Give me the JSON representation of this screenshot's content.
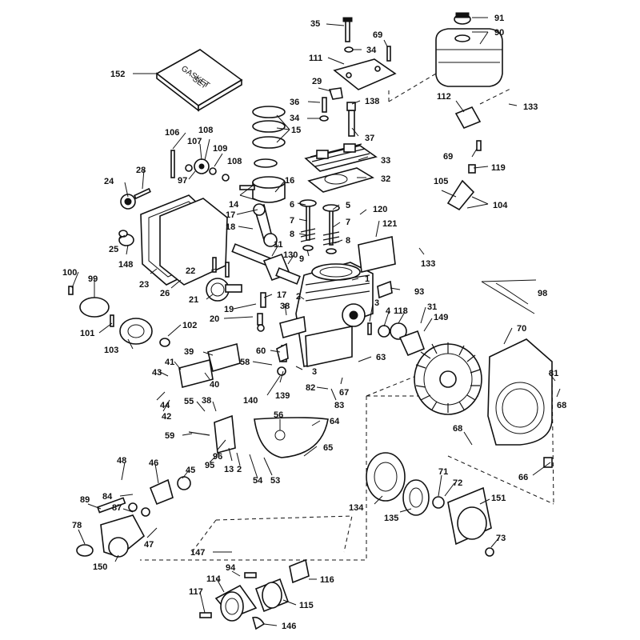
{
  "gasket_set_text": [
    "GASKET",
    "SET"
  ],
  "callouts": [
    {
      "id": "c91",
      "text": "91"
    },
    {
      "id": "c90",
      "text": "90"
    },
    {
      "id": "c35",
      "text": "35"
    },
    {
      "id": "c69a",
      "text": "69"
    },
    {
      "id": "c34a",
      "text": "34"
    },
    {
      "id": "c111",
      "text": "111"
    },
    {
      "id": "c152",
      "text": "152"
    },
    {
      "id": "c29",
      "text": "29"
    },
    {
      "id": "c36",
      "text": "36"
    },
    {
      "id": "c138",
      "text": "138"
    },
    {
      "id": "c112",
      "text": "112"
    },
    {
      "id": "c133a",
      "text": "133"
    },
    {
      "id": "c34b",
      "text": "34"
    },
    {
      "id": "c15",
      "text": "15"
    },
    {
      "id": "c37",
      "text": "37"
    },
    {
      "id": "c106",
      "text": "106"
    },
    {
      "id": "c108a",
      "text": "108"
    },
    {
      "id": "c107",
      "text": "107"
    },
    {
      "id": "c109",
      "text": "109"
    },
    {
      "id": "c108b",
      "text": "108"
    },
    {
      "id": "c33",
      "text": "33"
    },
    {
      "id": "c69b",
      "text": "69"
    },
    {
      "id": "c119",
      "text": "119"
    },
    {
      "id": "c28",
      "text": "28"
    },
    {
      "id": "c97",
      "text": "97"
    },
    {
      "id": "c32",
      "text": "32"
    },
    {
      "id": "c24",
      "text": "24"
    },
    {
      "id": "c16",
      "text": "16"
    },
    {
      "id": "c105",
      "text": "105"
    },
    {
      "id": "c14",
      "text": "14"
    },
    {
      "id": "c6",
      "text": "6"
    },
    {
      "id": "c5",
      "text": "5"
    },
    {
      "id": "c104",
      "text": "104"
    },
    {
      "id": "c120",
      "text": "120"
    },
    {
      "id": "c17a",
      "text": "17"
    },
    {
      "id": "c7a",
      "text": "7"
    },
    {
      "id": "c7b",
      "text": "7"
    },
    {
      "id": "c121",
      "text": "121"
    },
    {
      "id": "c18",
      "text": "18"
    },
    {
      "id": "c8a",
      "text": "8"
    },
    {
      "id": "c25",
      "text": "25"
    },
    {
      "id": "c11",
      "text": "11"
    },
    {
      "id": "c8b",
      "text": "8"
    },
    {
      "id": "c148",
      "text": "148"
    },
    {
      "id": "c130",
      "text": "130"
    },
    {
      "id": "c9",
      "text": "9"
    },
    {
      "id": "c133b",
      "text": "133"
    },
    {
      "id": "c23",
      "text": "23"
    },
    {
      "id": "c22",
      "text": "22"
    },
    {
      "id": "c100",
      "text": "100"
    },
    {
      "id": "c1",
      "text": "1"
    },
    {
      "id": "c98",
      "text": "98"
    },
    {
      "id": "c99",
      "text": "99"
    },
    {
      "id": "c26",
      "text": "26"
    },
    {
      "id": "c21",
      "text": "21"
    },
    {
      "id": "c17b",
      "text": "17"
    },
    {
      "id": "c93",
      "text": "93"
    },
    {
      "id": "c2a",
      "text": "2"
    },
    {
      "id": "c38a",
      "text": "38"
    },
    {
      "id": "c19",
      "text": "19"
    },
    {
      "id": "c3a",
      "text": "3"
    },
    {
      "id": "c4",
      "text": "4"
    },
    {
      "id": "c118",
      "text": "118"
    },
    {
      "id": "c31",
      "text": "31"
    },
    {
      "id": "c149",
      "text": "149"
    },
    {
      "id": "c101",
      "text": "101"
    },
    {
      "id": "c20",
      "text": "20"
    },
    {
      "id": "c102",
      "text": "102"
    },
    {
      "id": "c70",
      "text": "70"
    },
    {
      "id": "c103",
      "text": "103"
    },
    {
      "id": "c39",
      "text": "39"
    },
    {
      "id": "c60",
      "text": "60"
    },
    {
      "id": "c63",
      "text": "63"
    },
    {
      "id": "c58",
      "text": "58"
    },
    {
      "id": "c3b",
      "text": "3"
    },
    {
      "id": "c41",
      "text": "41"
    },
    {
      "id": "c43",
      "text": "43"
    },
    {
      "id": "c40",
      "text": "40"
    },
    {
      "id": "c139",
      "text": "139"
    },
    {
      "id": "c82",
      "text": "82"
    },
    {
      "id": "c67",
      "text": "67"
    },
    {
      "id": "c81",
      "text": "81"
    },
    {
      "id": "c140",
      "text": "140"
    },
    {
      "id": "c83",
      "text": "83"
    },
    {
      "id": "c68a",
      "text": "68"
    },
    {
      "id": "c44",
      "text": "44"
    },
    {
      "id": "c55",
      "text": "55"
    },
    {
      "id": "c38b",
      "text": "38"
    },
    {
      "id": "c42",
      "text": "42"
    },
    {
      "id": "c56",
      "text": "56"
    },
    {
      "id": "c64",
      "text": "64"
    },
    {
      "id": "c59",
      "text": "59"
    },
    {
      "id": "c68b",
      "text": "68"
    },
    {
      "id": "c96",
      "text": "96"
    },
    {
      "id": "c65",
      "text": "65"
    },
    {
      "id": "c48",
      "text": "48"
    },
    {
      "id": "c46",
      "text": "46"
    },
    {
      "id": "c95",
      "text": "95"
    },
    {
      "id": "c13",
      "text": "13"
    },
    {
      "id": "c2b",
      "text": "2"
    },
    {
      "id": "c45",
      "text": "45"
    },
    {
      "id": "c54",
      "text": "54"
    },
    {
      "id": "c53",
      "text": "53"
    },
    {
      "id": "c71",
      "text": "71"
    },
    {
      "id": "c72",
      "text": "72"
    },
    {
      "id": "c66",
      "text": "66"
    },
    {
      "id": "c84",
      "text": "84"
    },
    {
      "id": "c89",
      "text": "89"
    },
    {
      "id": "c87",
      "text": "87"
    },
    {
      "id": "c151",
      "text": "151"
    },
    {
      "id": "c134",
      "text": "134"
    },
    {
      "id": "c135",
      "text": "135"
    },
    {
      "id": "c78",
      "text": "78"
    },
    {
      "id": "c47",
      "text": "47"
    },
    {
      "id": "c73",
      "text": "73"
    },
    {
      "id": "c150",
      "text": "150"
    },
    {
      "id": "c147",
      "text": "147"
    },
    {
      "id": "c94",
      "text": "94"
    },
    {
      "id": "c114",
      "text": "114"
    },
    {
      "id": "c116",
      "text": "116"
    },
    {
      "id": "c117",
      "text": "117"
    },
    {
      "id": "c115",
      "text": "115"
    },
    {
      "id": "c146",
      "text": "146"
    }
  ]
}
